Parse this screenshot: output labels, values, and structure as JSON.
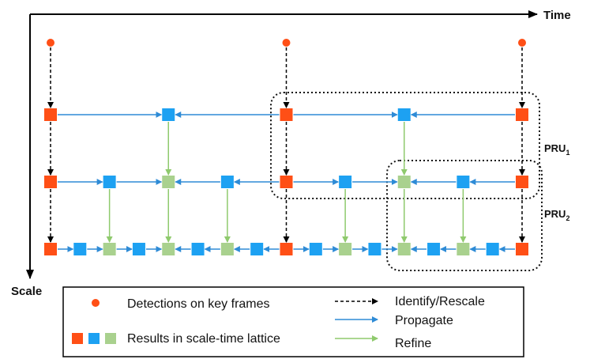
{
  "axes": {
    "time_label": "Time",
    "scale_label": "Scale"
  },
  "groups": {
    "pru1": {
      "base": "PRU",
      "sub": "1"
    },
    "pru2": {
      "base": "PRU",
      "sub": "2"
    }
  },
  "legend": {
    "detections": "Detections on key frames",
    "lattice": "Results in scale-time lattice",
    "identify": "Identify/Rescale",
    "propagate": "Propagate",
    "refine": "Refine"
  },
  "colors": {
    "keyframe": "#ff4f16",
    "propagate": "#1da1f2",
    "refine": "#a9d18e",
    "arrow_identify": "#000000",
    "arrow_propagate": "#2e8bd6",
    "arrow_refine": "#8fca6d"
  },
  "lattice": {
    "key_frames": 3,
    "row_nodes": [
      [
        "key",
        "prop",
        "key",
        "prop",
        "key"
      ],
      [
        "key",
        "prop",
        "ref",
        "prop",
        "key",
        "prop",
        "ref",
        "prop",
        "key"
      ],
      [
        "key",
        "prop",
        "ref",
        "prop",
        "ref",
        "prop",
        "ref",
        "prop",
        "key",
        "prop",
        "ref",
        "prop",
        "ref",
        "prop",
        "ref",
        "prop",
        "key"
      ]
    ]
  }
}
